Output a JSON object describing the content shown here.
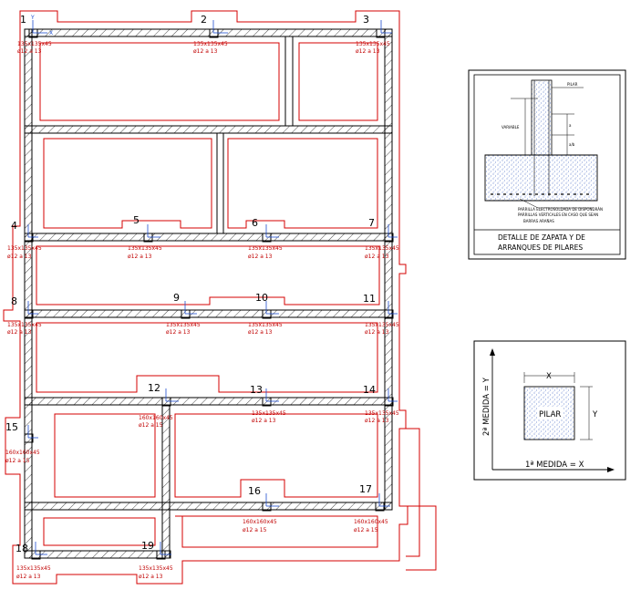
{
  "plan": {
    "pillars": [
      {
        "id": "1",
        "label": "135x135x45",
        "rebar": "ø12 a 13"
      },
      {
        "id": "2",
        "label": "135x135x45",
        "rebar": "ø12 a 13"
      },
      {
        "id": "3",
        "label": "135x135x45",
        "rebar": "ø12 a 13"
      },
      {
        "id": "4",
        "label": "135x135x45",
        "rebar": "ø12 a 13"
      },
      {
        "id": "5",
        "label": "135x135x45",
        "rebar": "ø12 a 13"
      },
      {
        "id": "6",
        "label": "135x135x45",
        "rebar": "ø12 a 13"
      },
      {
        "id": "7",
        "label": "135x135x45",
        "rebar": "ø12 a 13"
      },
      {
        "id": "8",
        "label": "135x135x45",
        "rebar": "ø12 a 13"
      },
      {
        "id": "9",
        "label": "135x135x45",
        "rebar": "ø12 a 13"
      },
      {
        "id": "10",
        "label": "135x135x45",
        "rebar": "ø12 a 13"
      },
      {
        "id": "11",
        "label": "135x135x45",
        "rebar": "ø12 a 13"
      },
      {
        "id": "12",
        "label": "160x160x45",
        "rebar": "ø12 a 15"
      },
      {
        "id": "13",
        "label": "135x135x45",
        "rebar": "ø12 a 13"
      },
      {
        "id": "14",
        "label": "135x135x45",
        "rebar": "ø12 a 13"
      },
      {
        "id": "15",
        "label": "160x160x45",
        "rebar": "ø12 a 15"
      },
      {
        "id": "16",
        "label": "160x160x45",
        "rebar": "ø12 a 15"
      },
      {
        "id": "17",
        "label": "160x160x45",
        "rebar": "ø12 a 15"
      },
      {
        "id": "18",
        "label": "135x135x45",
        "rebar": "ø12 a 13"
      },
      {
        "id": "19",
        "label": "135x135x45",
        "rebar": "ø12 a 13"
      }
    ],
    "axis_x": "X",
    "axis_y": "Y"
  },
  "detail": {
    "pilar": "PILAR",
    "variable": "VARIABLE",
    "small_a": "a",
    "small_b": "a/b",
    "mallazo_1": "PARRILLA ELECTROSOLDADA DE DISPONDRÁN",
    "mallazo_2": "PARRILLAS VERTICALES EN CASO QUE SEAN",
    "mallazo_3": "BARRAS ARAÑAS",
    "caption_1": "DETALLE DE ZAPATA Y DE",
    "caption_2": "ARRANQUES DE PILARES"
  },
  "measure": {
    "x": "X",
    "y": "Y",
    "pilar": "PILAR",
    "medida_1": "1ª MEDIDA = X",
    "medida_2": "2ª MEDIDA = Y"
  }
}
